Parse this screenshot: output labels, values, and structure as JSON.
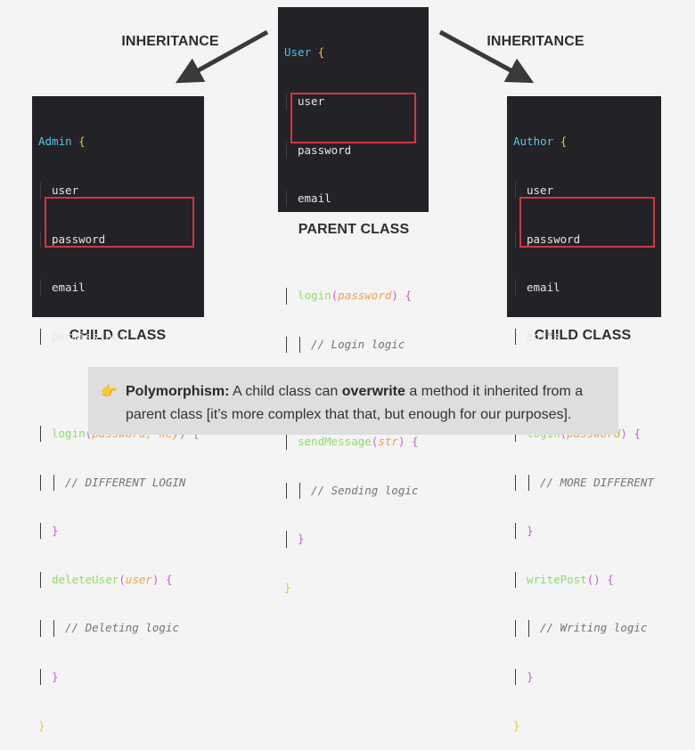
{
  "labels": {
    "inheritance_left": "INHERITANCE",
    "inheritance_right": "INHERITANCE",
    "parent_class": "PARENT CLASS",
    "child_class_left": "CHILD CLASS",
    "child_class_right": "CHILD CLASS"
  },
  "parent": {
    "class_name": "User",
    "props": [
      "user",
      "password",
      "email"
    ],
    "method1_name": "login",
    "method1_params": "password",
    "method1_comment": "// Login logic",
    "method2_name": "sendMessage",
    "method2_params": "str",
    "method2_comment": "// Sending logic"
  },
  "admin": {
    "class_name": "Admin",
    "props": [
      "user",
      "password",
      "email",
      "permissions"
    ],
    "method1_name": "login",
    "method1_params": "password, key",
    "method1_comment": "// DIFFERENT LOGIN",
    "method2_name": "deleteUser",
    "method2_params": "user",
    "method2_comment": "// Deleting logic"
  },
  "author": {
    "class_name": "Author",
    "props": [
      "user",
      "password",
      "email",
      "posts"
    ],
    "method1_name": "login",
    "method1_params": "password",
    "method1_comment": "// MORE DIFFERENT",
    "method2_name": "writePost",
    "method2_params": "",
    "method2_comment": "// Writing logic"
  },
  "note": {
    "icon": "pointing-hand-icon",
    "term": "Polymorphism:",
    "text_before": " A child class can ",
    "emphasis": "overwrite",
    "text_after": " a method it inherited from a parent class [it’s more complex that that, but enough for our purposes]."
  },
  "colors": {
    "code_bg": "#232227",
    "highlight": "#d4353f",
    "note_bg": "#dedede",
    "arrow": "#3a3a3a"
  }
}
